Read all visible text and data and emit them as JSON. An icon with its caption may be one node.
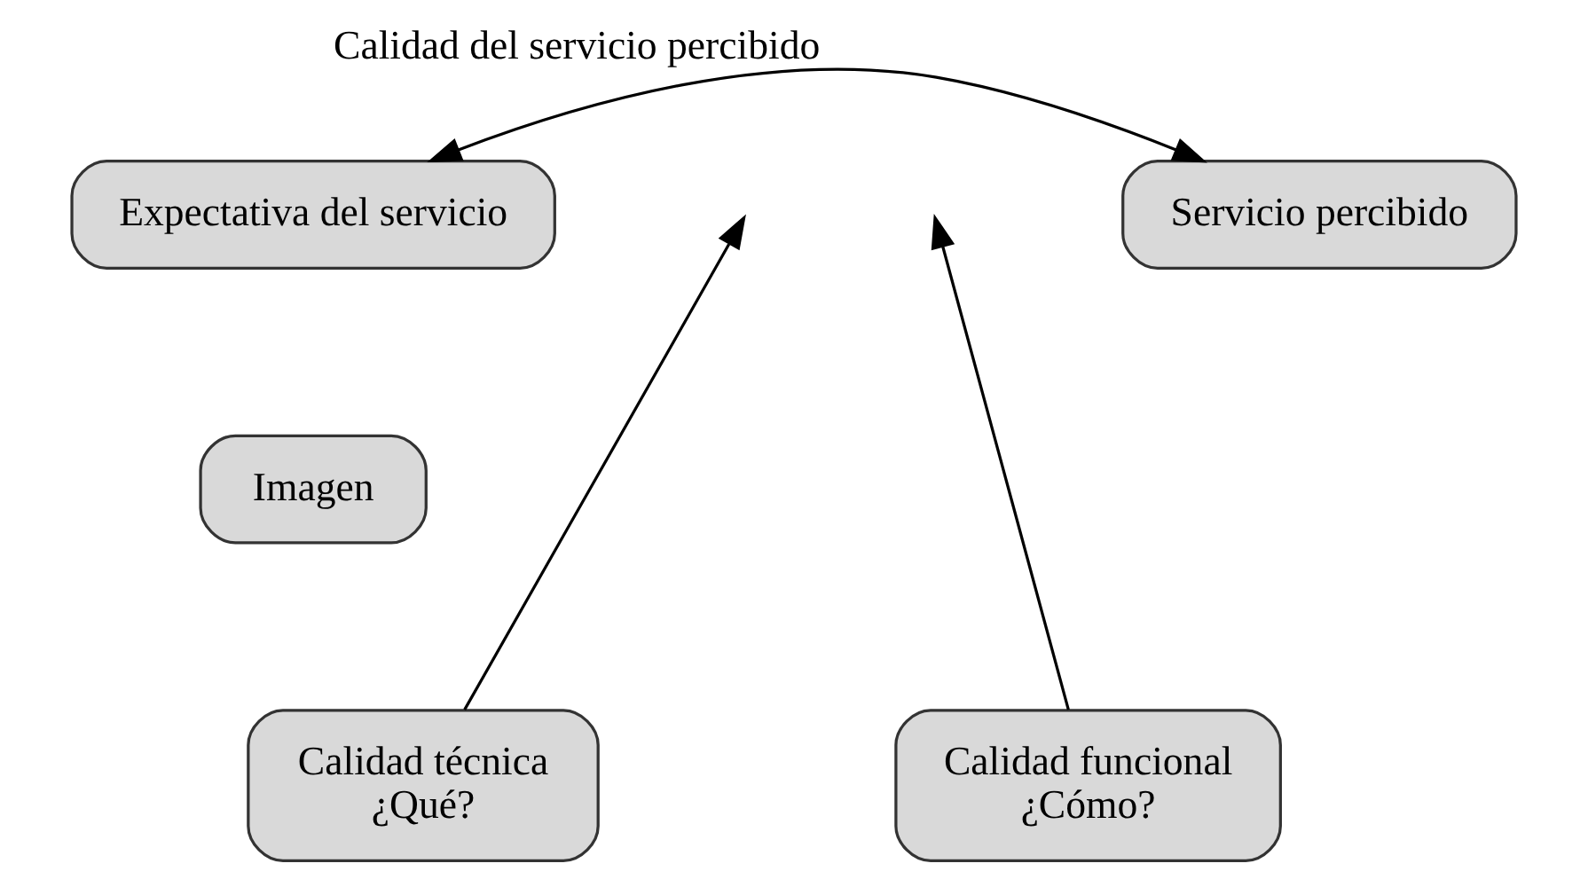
{
  "diagram": {
    "nodes": [
      {
        "text": [
          "Expectativa del servicio"
        ]
      },
      {
        "text": [
          "Servicio percibido"
        ]
      },
      {
        "text": [
          "Imagen"
        ]
      },
      {
        "text": [
          "Calidad técnica",
          "¿Qué?"
        ]
      },
      {
        "text": [
          "Calidad funcional",
          "¿Cómo?"
        ]
      }
    ],
    "edges": [
      {
        "from": 0,
        "to": 1,
        "arrow": "both",
        "label": "Calidad del servicio percibido"
      },
      {
        "from": 3,
        "to": null,
        "arrow": "to"
      },
      {
        "from": 4,
        "to": null,
        "arrow": "to"
      }
    ]
  }
}
